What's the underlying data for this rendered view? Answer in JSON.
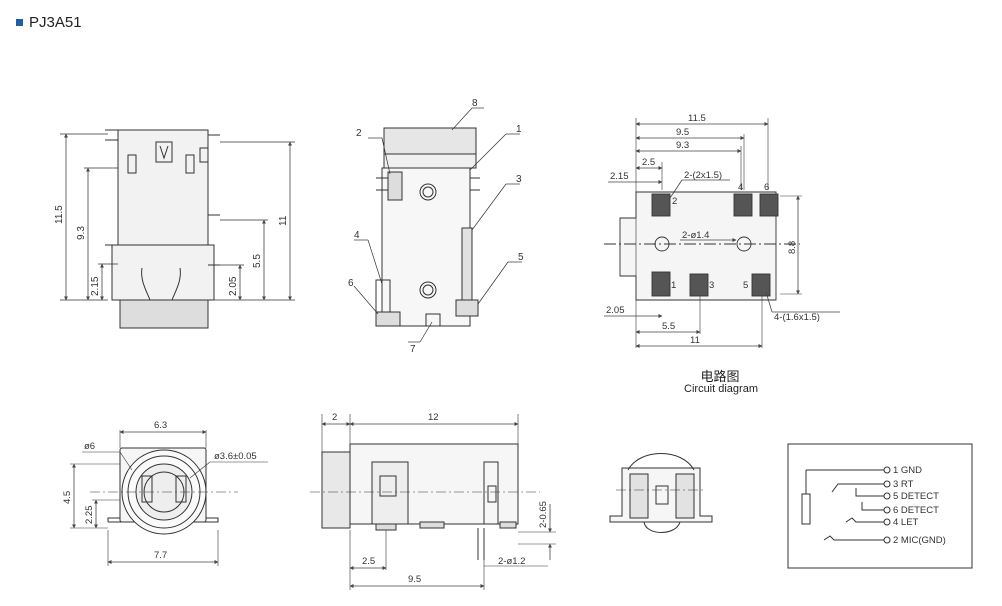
{
  "header": {
    "title": "PJ3A51",
    "bullet_color": "#1f5fa8"
  },
  "colors": {
    "line": "#333333",
    "fill": "#e6e6e6",
    "pad": "#555555",
    "dim": "#444444"
  },
  "side_view": {
    "dims": [
      "11.5",
      "9.3",
      "2.15",
      "11",
      "5.5",
      "2.05"
    ]
  },
  "front_view": {
    "callouts": [
      "1",
      "2",
      "3",
      "4",
      "5",
      "6",
      "7",
      "8"
    ]
  },
  "footprint": {
    "dims": [
      "11.5",
      "9.5",
      "9.3",
      "2.5",
      "2.15",
      "2.05",
      "5.5",
      "11",
      "8.8"
    ],
    "notes": [
      "2-(2x1.5)",
      "2-ø1.4",
      "4-(1.6x1.5)"
    ],
    "pins": [
      "2",
      "4",
      "6",
      "1",
      "3",
      "5"
    ]
  },
  "circuit": {
    "caption_cn": "电路图",
    "caption_en": "Circuit diagram",
    "labels": [
      "1 GND",
      "3 RT",
      "5 DETECT",
      "6 DETECT",
      "4 LET",
      "2 MIC(GND)"
    ]
  },
  "end_view": {
    "dims": [
      "6.3",
      "ø6",
      "ø3.6±0.05",
      "4.5",
      "2.25",
      "7.7"
    ]
  },
  "top_view": {
    "dims": [
      "2",
      "12",
      "2-0.65",
      "2.5",
      "2-ø1.2",
      "9.5"
    ]
  }
}
